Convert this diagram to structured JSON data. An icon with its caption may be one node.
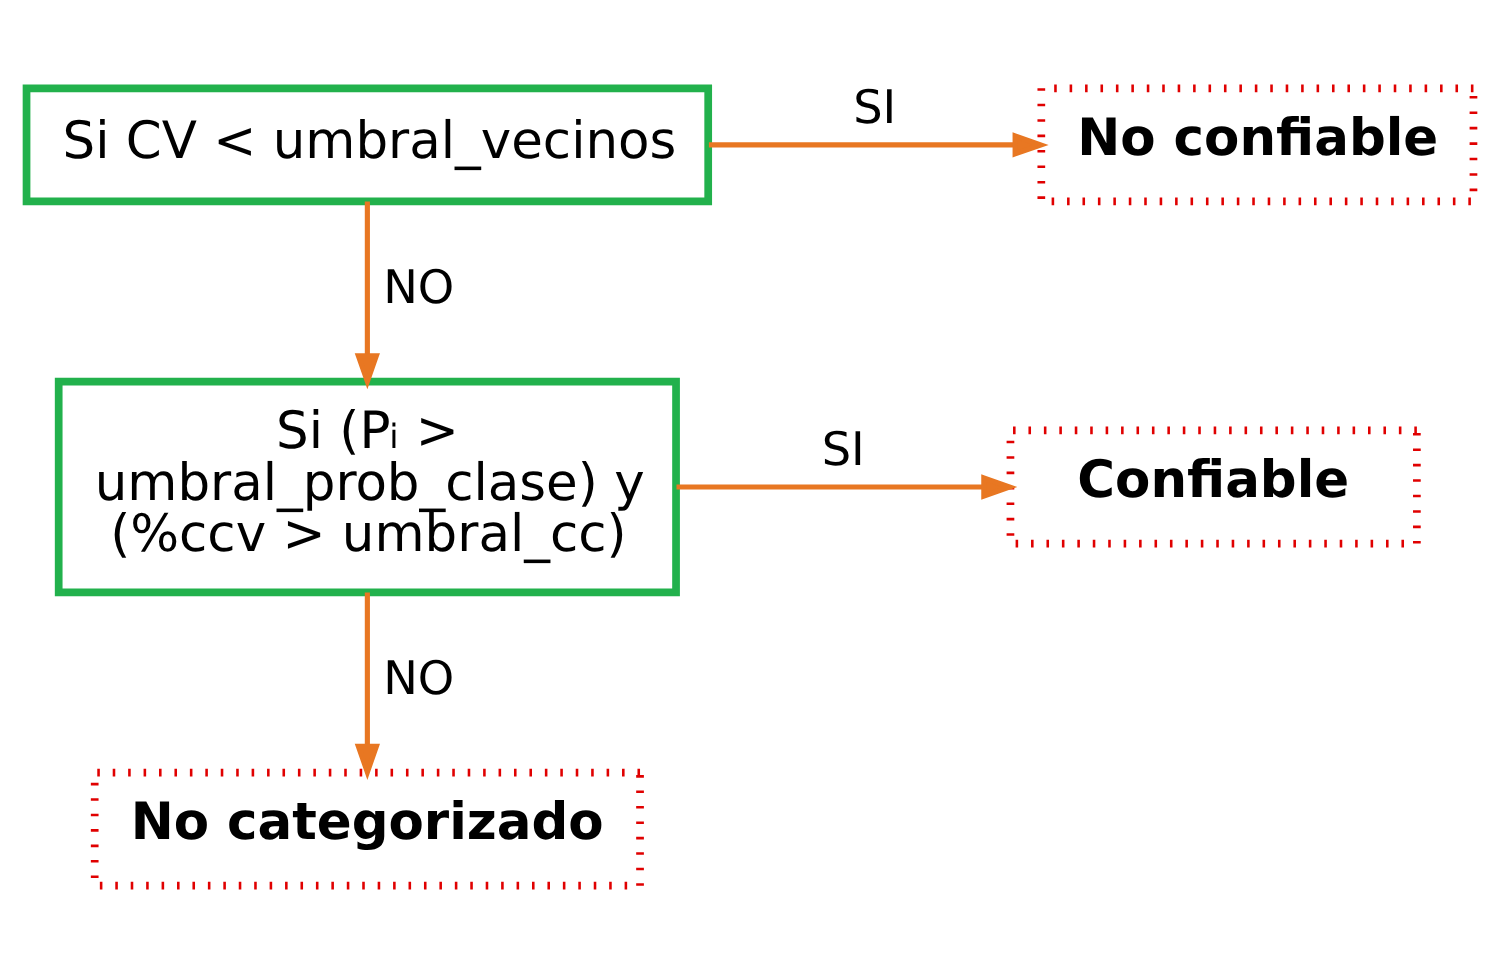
{
  "diagram": {
    "nodes": [
      {
        "text": [
          "Si CV < umbral_vecinos"
        ]
      },
      {
        "text": [
          "No confiable"
        ]
      },
      {
        "text": [
          "Si (P$_{i}$ > umbral_prob_clase) y (%ccv > umbral_cc)"
        ]
      },
      {
        "text": [
          "Confiable"
        ]
      },
      {
        "text": [
          "No categorizado"
        ]
      }
    ],
    "edges": [
      {
        "from": 0,
        "to": 1,
        "arrow": "to",
        "label": "SI"
      },
      {
        "from": 0,
        "to": 2,
        "arrow": "to",
        "label": "NO"
      },
      {
        "from": 2,
        "to": 3,
        "arrow": "to",
        "label": "SI"
      },
      {
        "from": 2,
        "to": 4,
        "arrow": "to",
        "label": "NO"
      }
    ]
  }
}
